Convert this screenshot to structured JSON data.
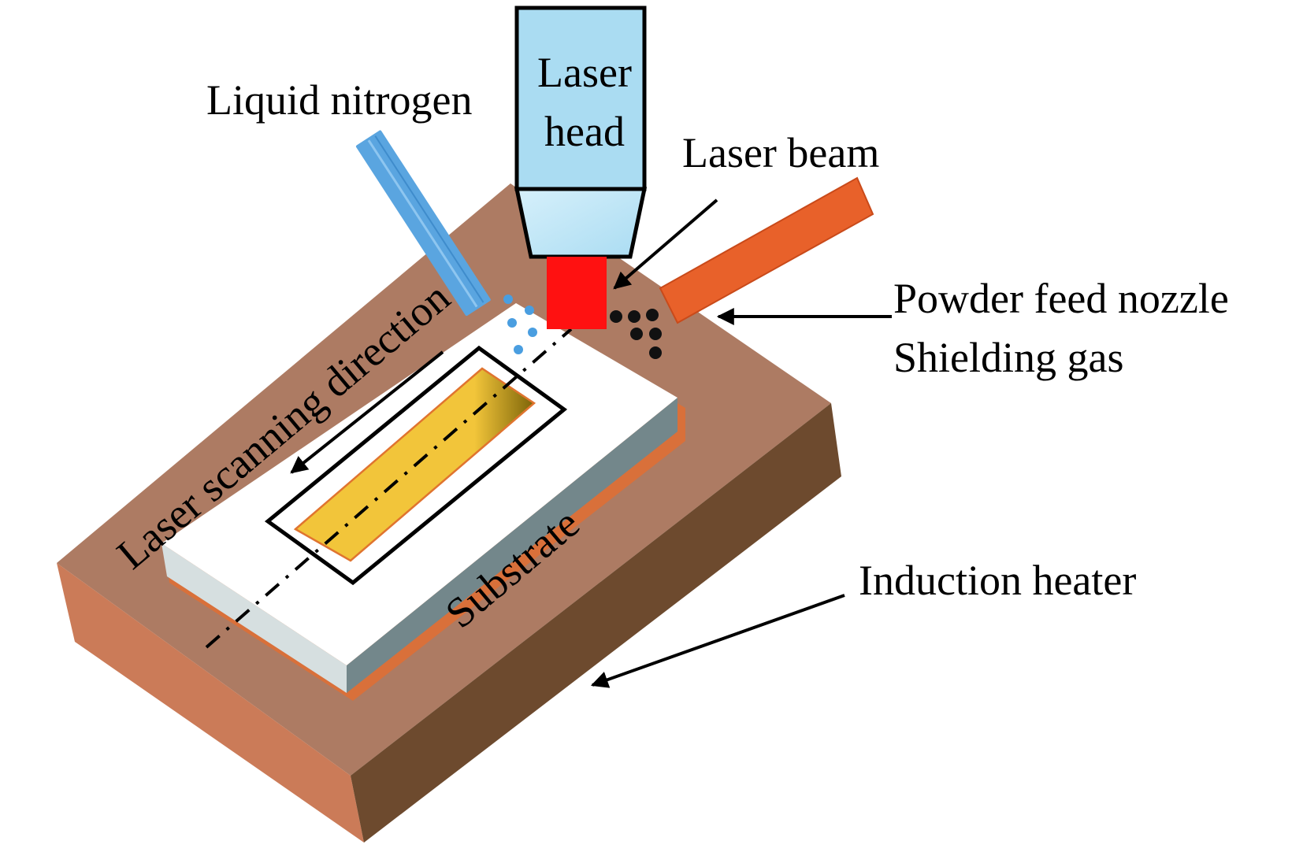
{
  "labels": {
    "liquid_nitrogen": "Liquid nitrogen",
    "laser_head_line1": "Laser",
    "laser_head_line2": "head",
    "laser_beam": "Laser beam",
    "powder_feed_nozzle": "Powder feed nozzle",
    "shielding_gas": "Shielding gas",
    "laser_scanning_direction": "Laser scanning direction",
    "substrate": "Substrate",
    "induction_heater": "Induction heater"
  },
  "colors": {
    "heater_top": "#ad7b63",
    "heater_front_left": "#cb7b58",
    "heater_front_right": "#6d4a2e",
    "substrate_top": "#ffffff",
    "substrate_left": "#d6dfe0",
    "substrate_right": "#73878b",
    "substrate_edge": "#d9703a",
    "laser_head_body": "#aadcf2",
    "laser_beam": "#ff1111",
    "nitrogen_nozzle": "#5aa5e0",
    "nitrogen_droplets": "#4a9ee0",
    "powder_nozzle": "#e8612a",
    "powder": "#111111",
    "deposited_track_start": "#f2c53a",
    "deposited_track_end": "#7d6408"
  },
  "icons": {
    "laser_head": "laser-head-icon",
    "liquid_nitrogen_nozzle": "nozzle-icon",
    "powder_feed_nozzle": "nozzle-icon",
    "arrows": "arrow-icon"
  }
}
